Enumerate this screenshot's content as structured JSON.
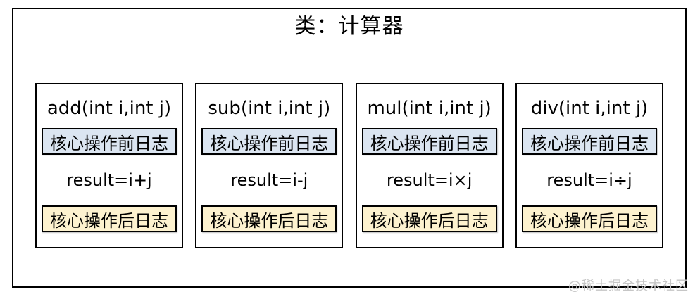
{
  "diagram": {
    "title": "类：计算器",
    "methods": [
      {
        "signature": "add(int i,int j)",
        "pre_log": "核心操作前日志",
        "operation": "result=i+j",
        "post_log": "核心操作后日志"
      },
      {
        "signature": "sub(int i,int j)",
        "pre_log": "核心操作前日志",
        "operation": "result=i-j",
        "post_log": "核心操作后日志"
      },
      {
        "signature": "mul(int i,int j)",
        "pre_log": "核心操作前日志",
        "operation": "result=i×j",
        "post_log": "核心操作后日志"
      },
      {
        "signature": "div(int i,int j)",
        "pre_log": "核心操作前日志",
        "operation": "result=i÷j",
        "post_log": "核心操作后日志"
      }
    ],
    "colors": {
      "pre_log_bg": "#dbe5f1",
      "post_log_bg": "#fdf2cf",
      "border": "#000000",
      "watermark_text": "#c6c6c6"
    },
    "watermark": "@稀土掘金技术社区"
  }
}
